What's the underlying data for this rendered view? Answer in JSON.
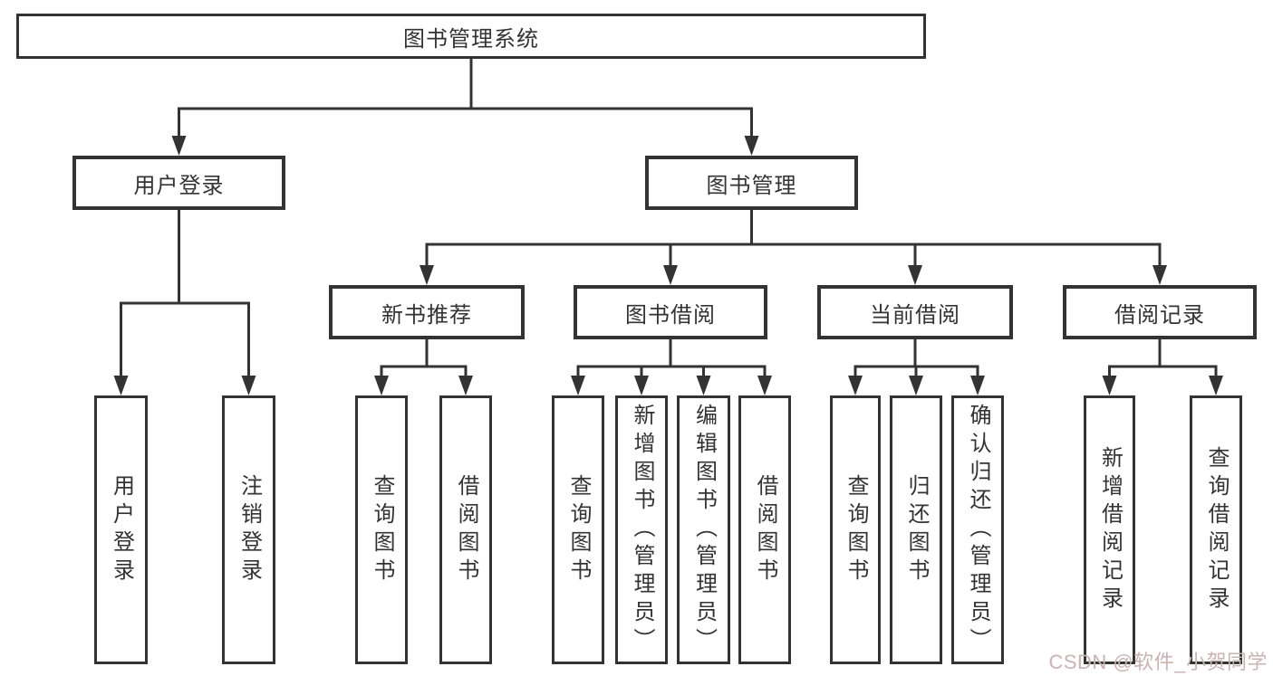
{
  "diagram": {
    "root": {
      "label": "图书管理系统"
    },
    "branches": [
      {
        "label": "用户登录",
        "children": [
          {
            "label": "用户登录"
          },
          {
            "label": "注销登录"
          }
        ]
      },
      {
        "label": "图书管理",
        "children": [
          {
            "label": "新书推荐",
            "children": [
              {
                "label": "查询图书"
              },
              {
                "label": "借阅图书"
              }
            ]
          },
          {
            "label": "图书借阅",
            "children": [
              {
                "label": "查询图书"
              },
              {
                "label": "新增图书（管理员）"
              },
              {
                "label": "编辑图书（管理员）"
              },
              {
                "label": "借阅图书"
              }
            ]
          },
          {
            "label": "当前借阅",
            "children": [
              {
                "label": "查询图书"
              },
              {
                "label": "归还图书"
              },
              {
                "label": "确认归还（管理员）"
              }
            ]
          },
          {
            "label": "借阅记录",
            "children": [
              {
                "label": "新增借阅记录"
              },
              {
                "label": "查询借阅记录"
              }
            ]
          }
        ]
      }
    ]
  },
  "watermark": {
    "text": "CSDN @软件_小贺同学"
  },
  "colors": {
    "line": "#333333",
    "text": "#333333",
    "background": "#ffffff",
    "watermark": "#c9b3b3"
  }
}
